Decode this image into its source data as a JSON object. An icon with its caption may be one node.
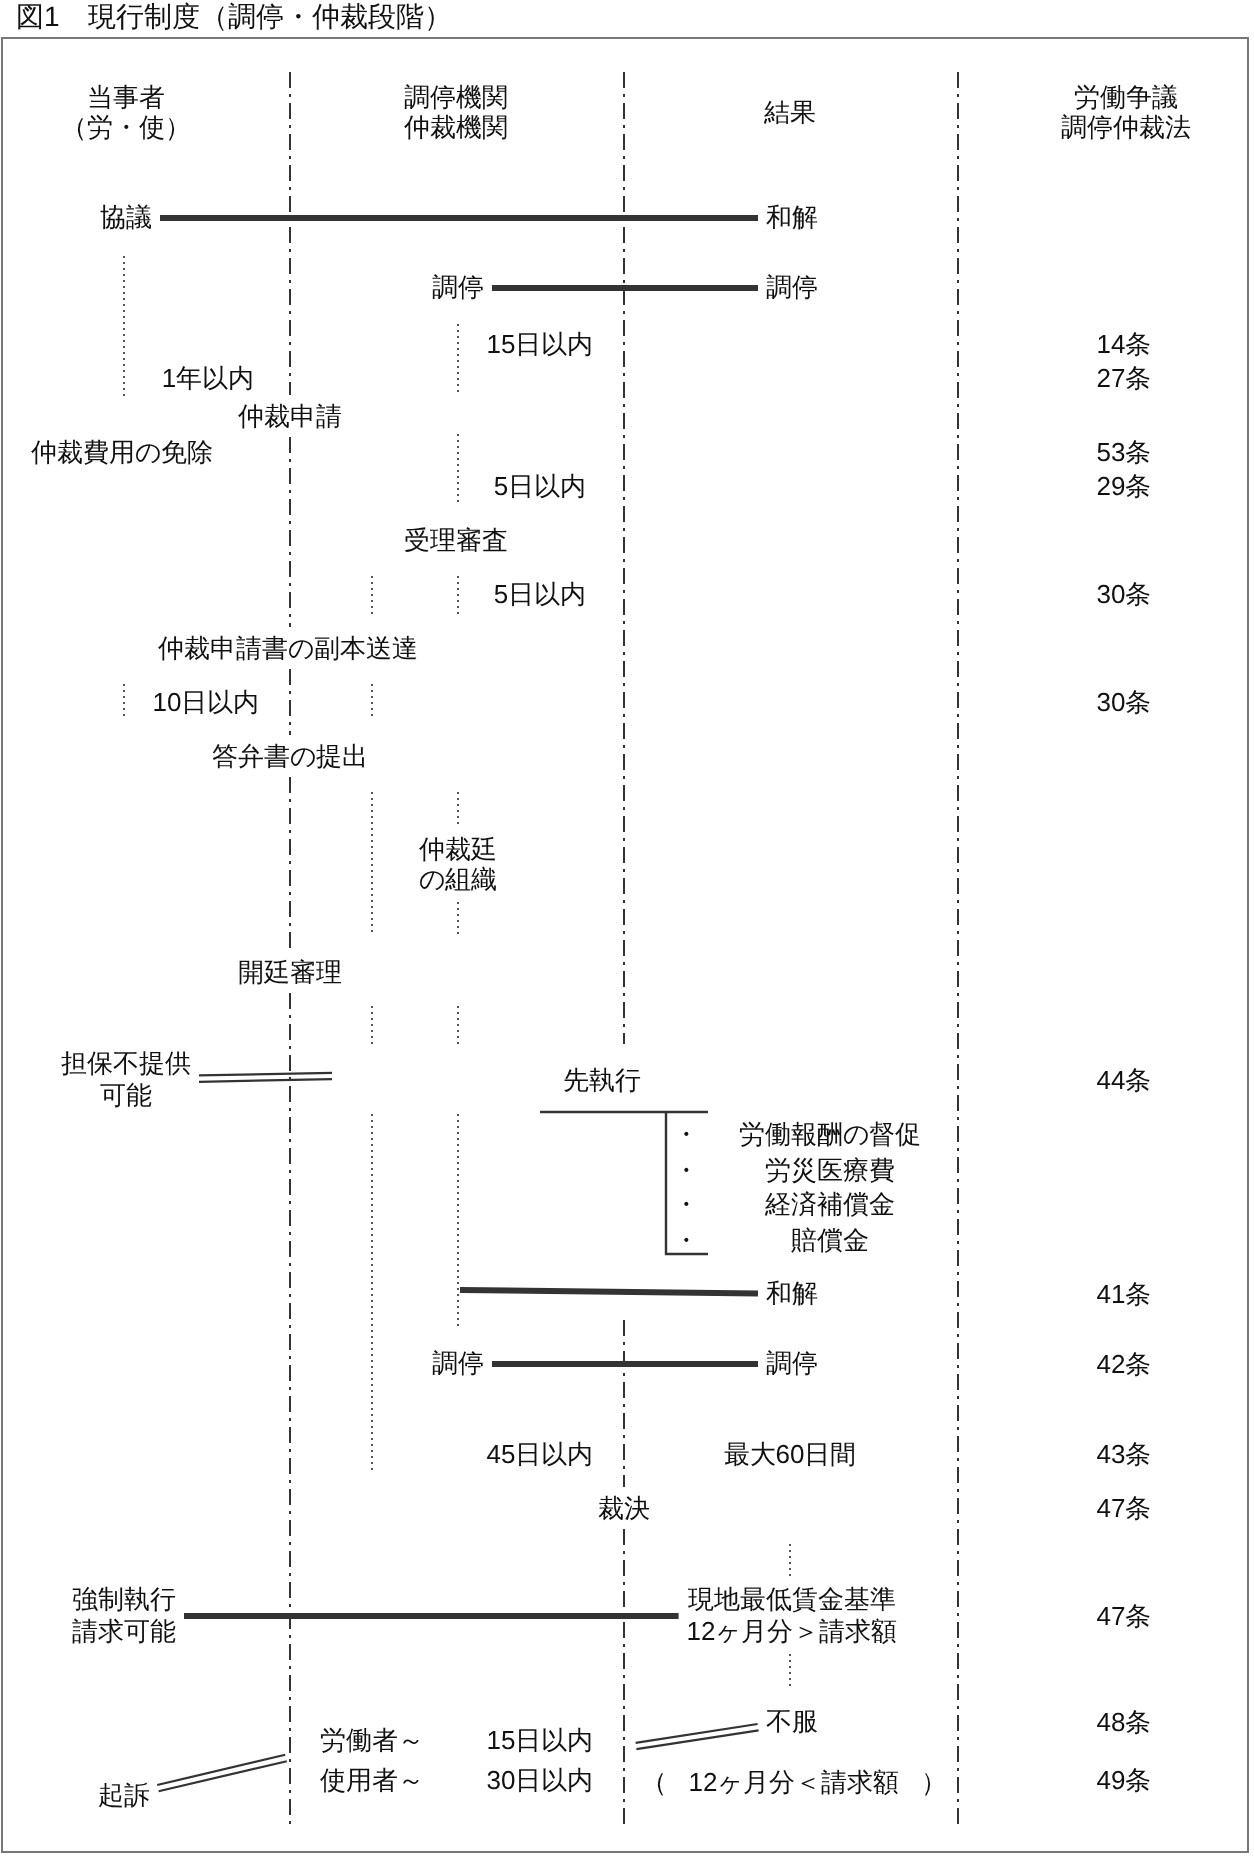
{
  "diagram": {
    "title": "図1　現行制度（調停・仲裁段階）",
    "nodes": [
      {
        "text": [
          "協議"
        ]
      },
      {
        "text": [
          "和解"
        ]
      },
      {
        "text": [
          "調停"
        ]
      },
      {
        "text": [
          "調停"
        ]
      },
      {
        "text": [
          "担保不提供可能"
        ]
      },
      {
        "text": [
          "和解"
        ]
      },
      {
        "text": [
          "調停"
        ]
      },
      {
        "text": [
          "調停"
        ]
      },
      {
        "text": [
          "強制執行請求可能"
        ]
      },
      {
        "text": [
          "現地最低賃金基準12ヶ月分＞請求額"
        ]
      },
      {
        "text": [
          "不服"
        ]
      },
      {
        "text": [
          "起訴"
        ]
      }
    ],
    "edges": [
      {
        "from": 0,
        "to": 1,
        "arrow": "none"
      },
      {
        "from": 2,
        "to": 3,
        "arrow": "none"
      },
      {
        "from": 4,
        "to": null,
        "arrow": "none"
      },
      {
        "from": null,
        "to": 5,
        "arrow": "none"
      },
      {
        "from": 6,
        "to": 7,
        "arrow": "none"
      },
      {
        "from": 8,
        "to": 9,
        "arrow": "none"
      },
      {
        "from": 11,
        "to": null,
        "arrow": "none"
      },
      {
        "from": null,
        "to": 10,
        "arrow": "none"
      }
    ],
    "labels": [
      "当事者（労・使）",
      "調停機関仲裁機関",
      "結果",
      "労働争議調停仲裁法",
      "15日以内",
      "14条",
      "1年以内",
      "27条",
      "仲裁申請",
      "仲裁費用の免除",
      "53条",
      "5日以内",
      "29条",
      "受理審査",
      "5日以内",
      "30条",
      "仲裁申請書の副本送達",
      "10日以内",
      "30条",
      "答弁書の提出",
      "仲裁廷の組織",
      "開廷審理",
      "先執行",
      "44条",
      "・",
      "労働報酬の督促",
      "・",
      "労災医療費",
      "・",
      "経済補償金",
      "・",
      "賠償金",
      "41条",
      "42条",
      "45日以内",
      "最大60日間",
      "43条",
      "裁決",
      "47条",
      "47条",
      "48条",
      "労働者～",
      "15日以内",
      "使用者～",
      "30日以内",
      "（ 12ヶ月分＜請求額 ）",
      "49条"
    ]
  }
}
